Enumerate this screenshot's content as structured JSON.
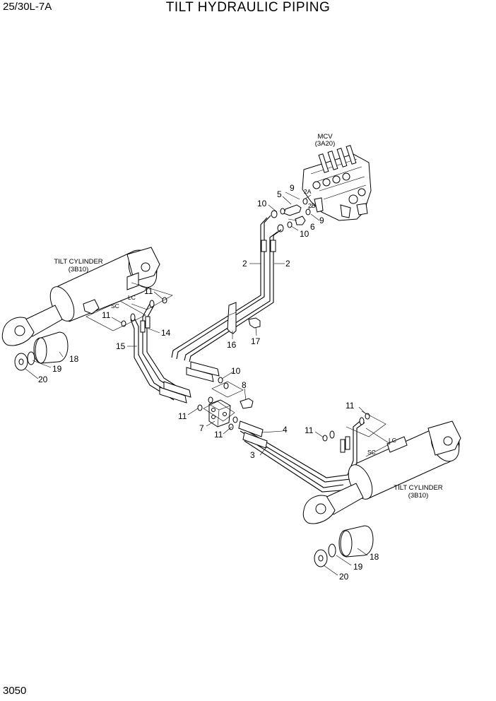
{
  "header": {
    "model": "25/30L-7A",
    "title": "TILT HYDRAULIC PIPING"
  },
  "footer": {
    "page_number": "3050"
  },
  "diagram": {
    "mcv_label": "MCV",
    "mcv_ref": "(3A20)",
    "tilt_cylinder_left": "TILT CYLINDER",
    "tilt_cylinder_left_ref": "(3B10)",
    "tilt_cylinder_right": "TILT CYLINDER",
    "tilt_cylinder_right_ref": "(3B10)",
    "port_2a": "2A",
    "port_2b": "2B",
    "port_sc": "SC",
    "port_lc": "LC",
    "port_lc_right": "LC",
    "port_sc_right": "SC",
    "callouts": {
      "c9_top": "9",
      "c5": "5",
      "c10_top": "10",
      "c6": "6",
      "c9_right": "9",
      "c10_mid": "10",
      "c2_left": "2",
      "c2_right": "2",
      "c11_a": "11",
      "c11_b": "11",
      "c14": "14",
      "c15": "15",
      "c16": "16",
      "c17": "17",
      "c18_left": "18",
      "c19_left": "19",
      "c20_left": "20",
      "c10_lower": "10",
      "c8": "8",
      "c11_c": "11",
      "c7": "7",
      "c11_d": "11",
      "c11_e": "11",
      "c4": "4",
      "c11_f": "11",
      "c3": "3",
      "c18_right": "18",
      "c19_right": "19",
      "c20_right": "20"
    }
  }
}
